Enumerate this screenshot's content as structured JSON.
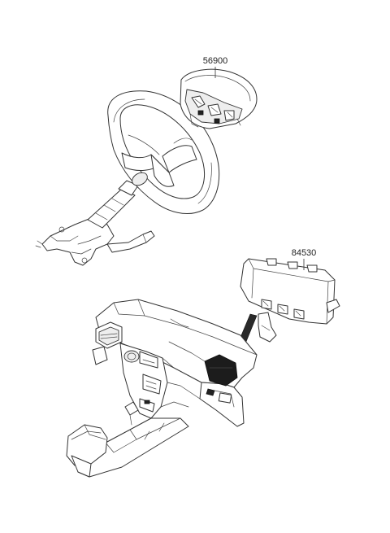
{
  "diagram": {
    "callouts": [
      {
        "id": "driver-airbag",
        "label": "56900"
      },
      {
        "id": "passenger-airbag",
        "label": "84530"
      }
    ]
  }
}
